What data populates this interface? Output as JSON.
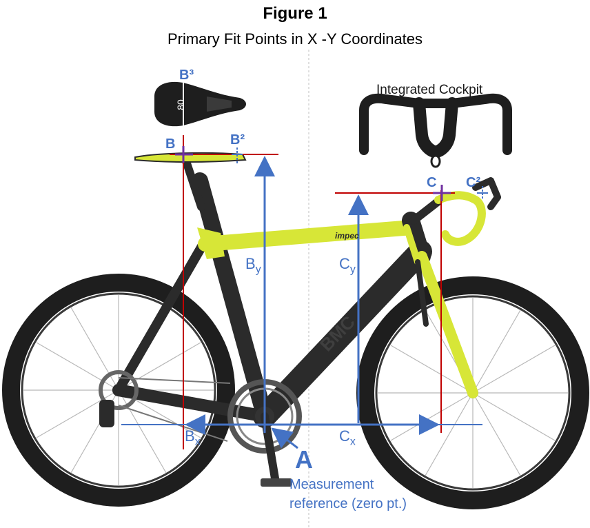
{
  "figure": {
    "title": "Figure 1",
    "subtitle": "Primary Fit Points in X -Y Coordinates"
  },
  "labels": {
    "saddle_top": "B³",
    "saddle_number": "80",
    "saddle_point": "B",
    "saddle_point_2": "B²",
    "cockpit_title": "Integrated Cockpit",
    "bar_point": "C",
    "bar_point_2": "C²",
    "by": "By",
    "cy": "Cy",
    "bx": "Bx",
    "cx": "Cx",
    "reference_point": "A",
    "reference_line1": "Measurement",
    "reference_line2": "reference (zero pt.)",
    "frame_brand": "impec",
    "downtube_brand": "BMC"
  },
  "colors": {
    "accent": "#4472c4",
    "red": "#c00000",
    "frame_black": "#2b2b2b",
    "frame_yellow": "#d7e637"
  }
}
